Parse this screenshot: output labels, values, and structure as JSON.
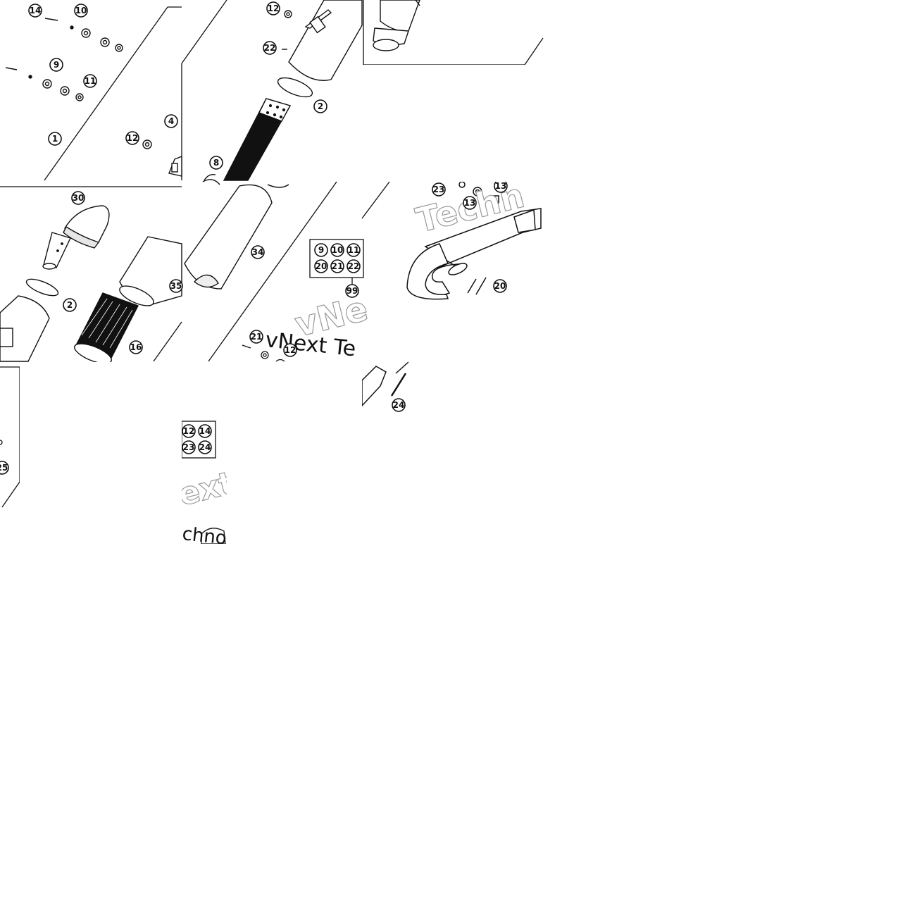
{
  "watermark": {
    "fragments": [
      "Techn",
      "vNe",
      "vNext Te",
      "ext",
      "chno"
    ]
  },
  "callouts": [
    "14",
    "10",
    "9",
    "11",
    "1",
    "12",
    "4",
    "12",
    "22",
    "2",
    "8",
    "30",
    "2",
    "16",
    "35",
    "34",
    "9",
    "10",
    "11",
    "20",
    "21",
    "22",
    "99",
    "21",
    "12",
    "23",
    "13",
    "13",
    "20",
    "24",
    "12",
    "14",
    "23",
    "24",
    "25"
  ]
}
